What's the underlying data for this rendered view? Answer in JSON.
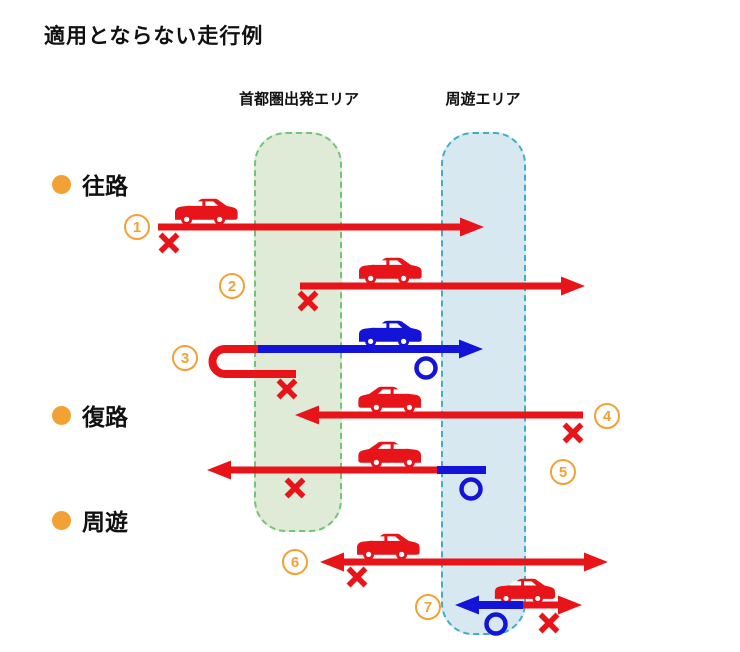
{
  "title": "適用とならない走行例",
  "zones": {
    "departure": {
      "label": "首都圏出発エリア"
    },
    "excursion": {
      "label": "周遊エリア"
    }
  },
  "sections": [
    {
      "label": "往路"
    },
    {
      "label": "復路"
    },
    {
      "label": "周遊"
    }
  ],
  "examples": [
    {
      "number": "1"
    },
    {
      "number": "2"
    },
    {
      "number": "3"
    },
    {
      "number": "4"
    },
    {
      "number": "5"
    },
    {
      "number": "6"
    },
    {
      "number": "7"
    }
  ],
  "colors": {
    "red": "#e7141a",
    "blue": "#1414d8",
    "orange": "#f2a135",
    "green_zone_fill": "#dfebd6",
    "green_zone_border": "#74c476",
    "blue_zone_fill": "#d7e8f1",
    "blue_zone_border": "#41aec6",
    "text": "#111111"
  }
}
